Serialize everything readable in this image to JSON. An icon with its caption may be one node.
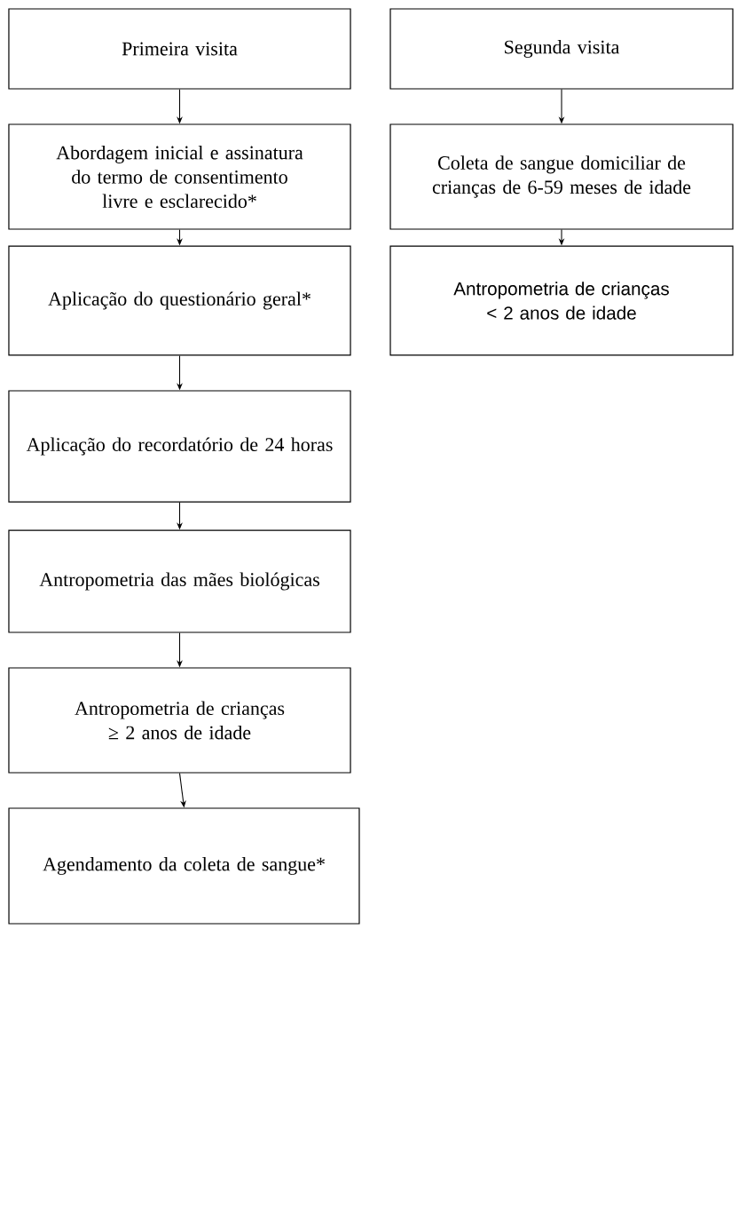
{
  "diagram": {
    "nodes": [
      {
        "text": [
          "Primeira visita"
        ]
      },
      {
        "text": [
          "Abordagem inicial e assinatura do termo de consentimento livre e esclarecido*"
        ]
      },
      {
        "text": [
          "Aplicação do questionário geral*"
        ]
      },
      {
        "text": [
          "Aplicação do recordatório de 24 horas"
        ]
      },
      {
        "text": [
          "Antropometria das mães biológicas"
        ]
      },
      {
        "text": [
          "Antropometria de crianças ≥ 2 anos de idade"
        ]
      },
      {
        "text": [
          "Agendamento da coleta de sangue*"
        ]
      },
      {
        "text": [
          "Segunda visita"
        ]
      },
      {
        "text": [
          "Coleta de sangue domiciliar de crianças de 6-59 meses de idade"
        ]
      },
      {
        "text": [
          "Antropometria de crianças < 2 anos de idade"
        ]
      }
    ],
    "edges": [
      {
        "from": 0,
        "to": 1,
        "arrow": "to"
      },
      {
        "from": 1,
        "to": 2,
        "arrow": "to"
      },
      {
        "from": 2,
        "to": 3,
        "arrow": "to"
      },
      {
        "from": 3,
        "to": 4,
        "arrow": "to"
      },
      {
        "from": 4,
        "to": 5,
        "arrow": "to"
      },
      {
        "from": 5,
        "to": 6,
        "arrow": "to"
      },
      {
        "from": 7,
        "to": 8,
        "arrow": "to"
      },
      {
        "from": 8,
        "to": 9,
        "arrow": "to"
      }
    ]
  }
}
